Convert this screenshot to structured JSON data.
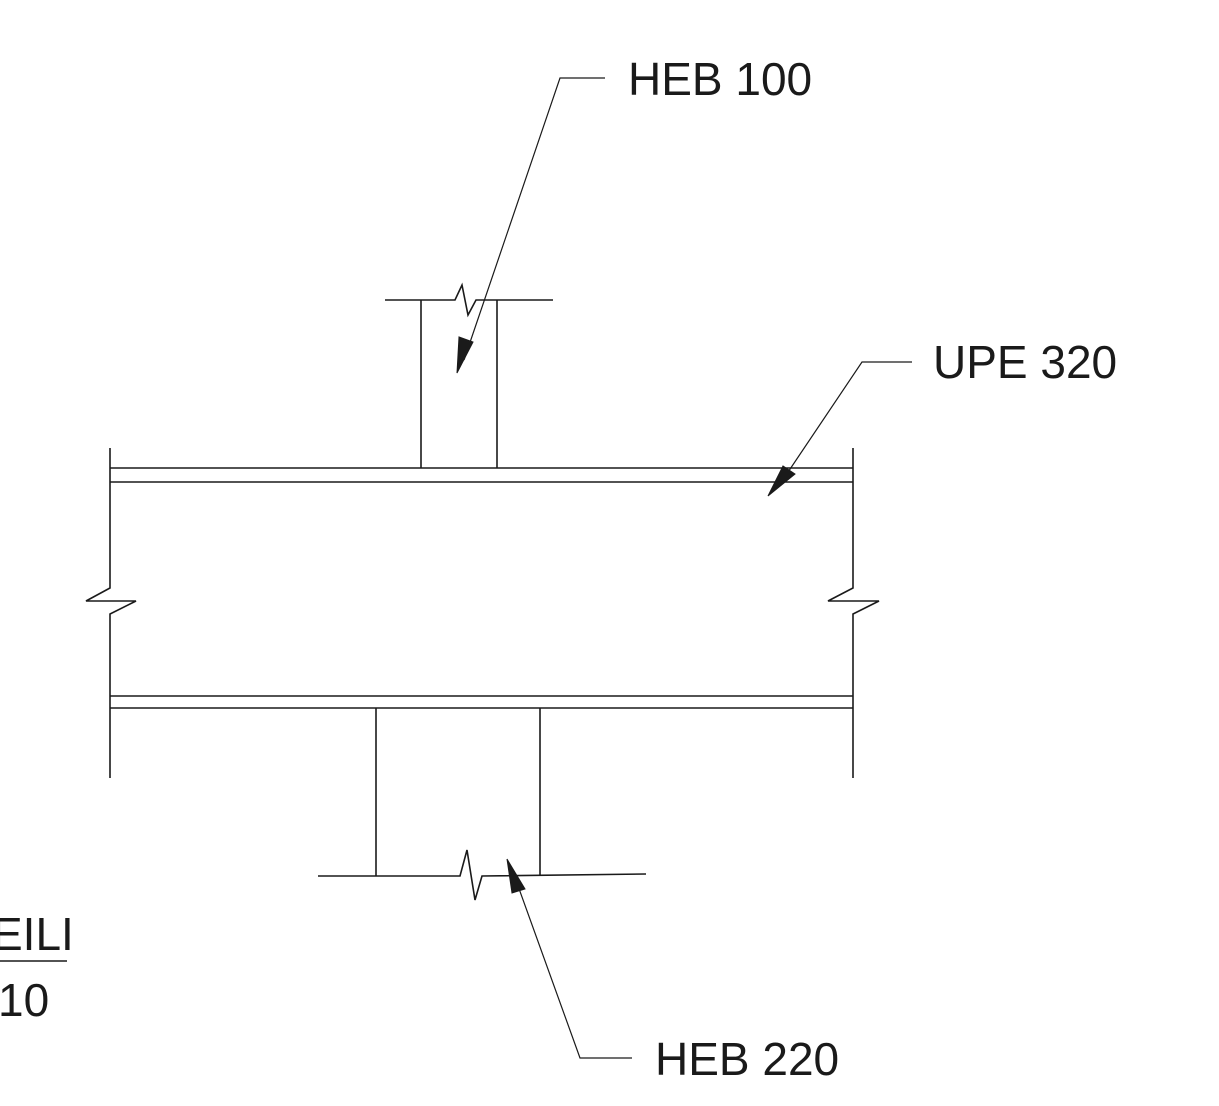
{
  "labels": {
    "heb100": "HEB 100",
    "upe320": "UPE 320",
    "heb220": "HEB 220",
    "detail_title": "EILI",
    "detail_scale": "10"
  },
  "colors": {
    "ink": "#1a1a1a",
    "background": "#ffffff"
  }
}
